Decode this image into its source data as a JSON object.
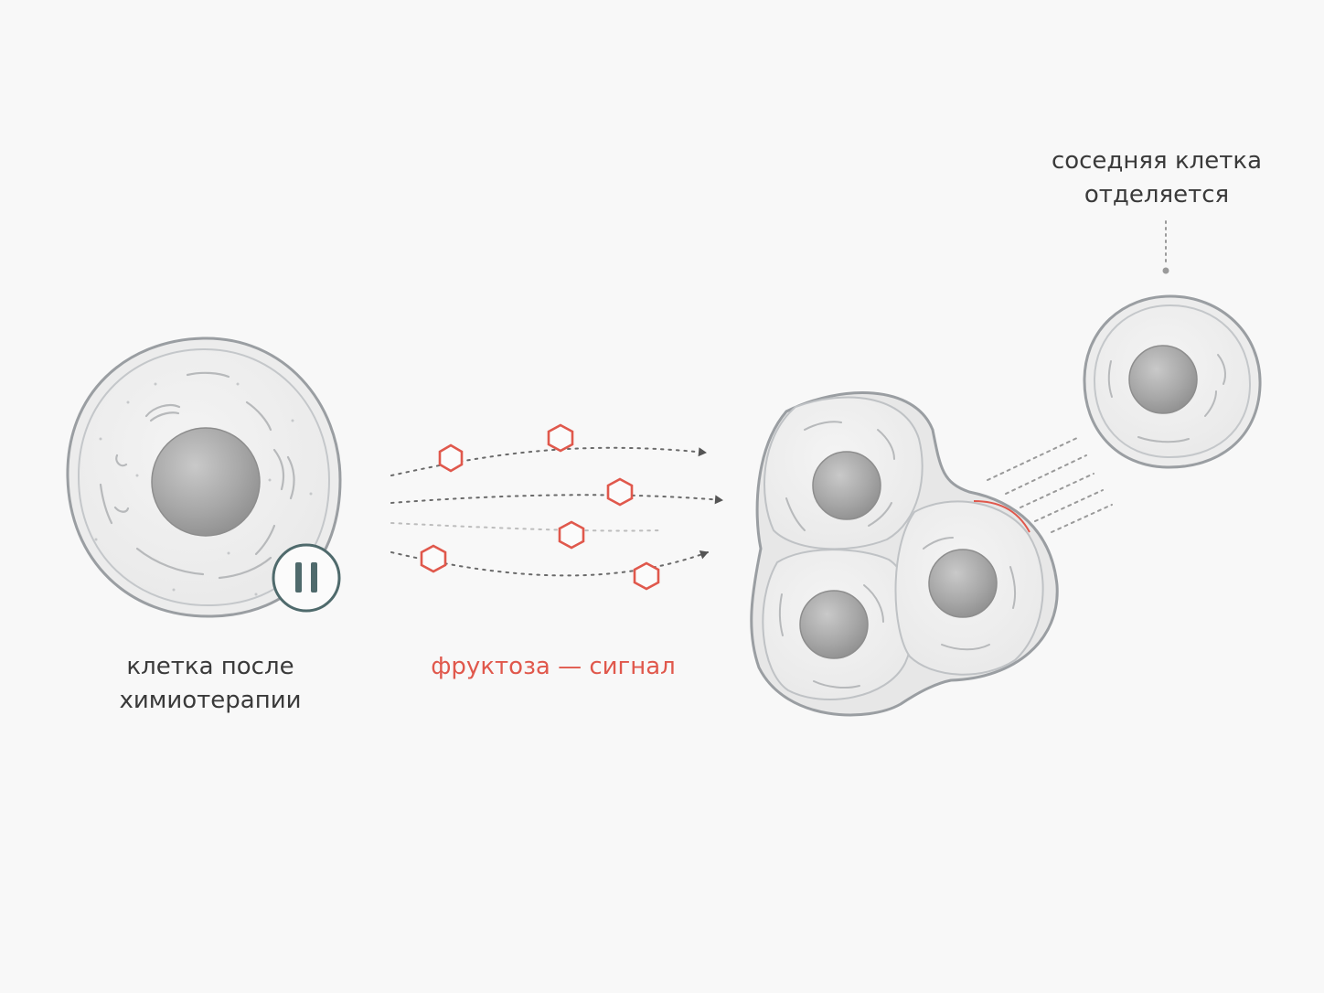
{
  "labels": {
    "treated_cell": [
      "клетка после",
      "химиотерапии"
    ],
    "signal": "фруктоза — сигнал",
    "neighbor": [
      "соседняя клетка",
      "отделяется"
    ]
  },
  "icons": {
    "pause": "pause-icon",
    "molecule": "hexagon-molecule-icon"
  },
  "colors": {
    "background": "#f8f8f8",
    "signal": "#e0584c",
    "cell_outline": "#a9adb0",
    "pause_ring": "#4f6a6c",
    "text": "#3a3a3a"
  }
}
